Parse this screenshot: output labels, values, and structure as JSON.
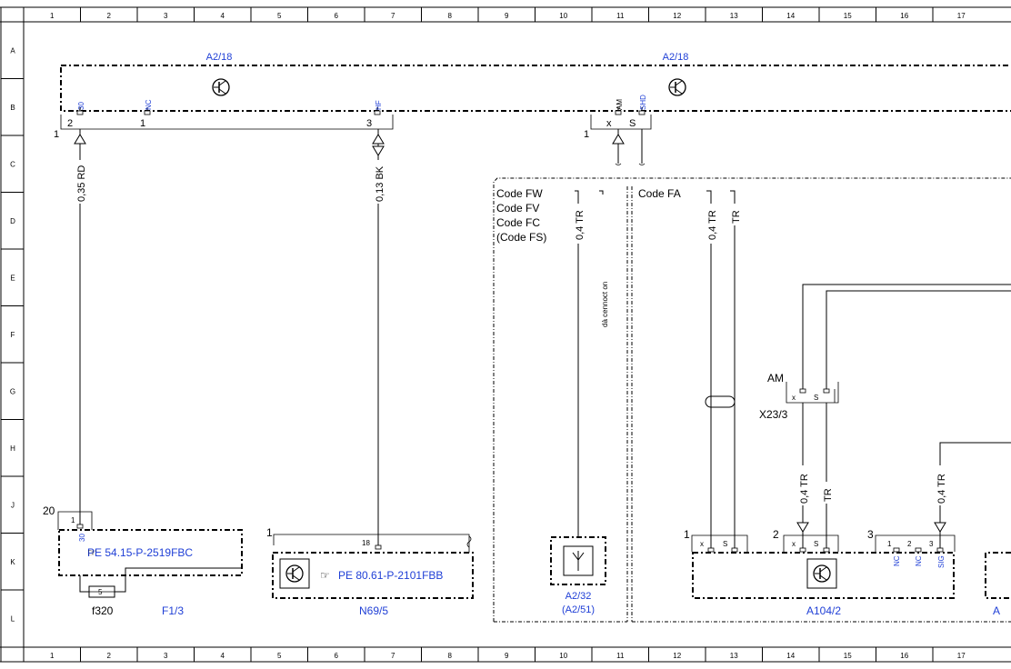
{
  "frame": {
    "columns": [
      "1",
      "2",
      "3",
      "4",
      "5",
      "6",
      "7",
      "8",
      "9",
      "10",
      "11",
      "12",
      "13",
      "14",
      "15",
      "16",
      "17"
    ],
    "rows": [
      "A",
      "B",
      "C",
      "D",
      "E",
      "F",
      "G",
      "H",
      "J",
      "K",
      "L"
    ]
  },
  "components": {
    "a2_18_left": "A2/18",
    "a2_18_right": "A2/18",
    "pins_top": {
      "p30": "30",
      "nc": "NC",
      "hf": "HF",
      "am": "AM",
      "shd": "SHD"
    },
    "pins_bottom": {
      "p2": "2",
      "p1": "1",
      "p3": "3",
      "x": "x",
      "s": "S"
    },
    "conn1_left": "1",
    "conn1_mid": "1",
    "wire_035rd": "0,35 RD",
    "wire_013bk": "0,13 BK",
    "code_block_left": [
      "Code FW",
      "Code FV",
      "Code FC",
      "(Code FS)"
    ],
    "wire_04tr_left": "0,4 TR",
    "not_connected": "dà cennoct on",
    "code_fa": "Code FA",
    "wire_04tr_a": "0,4 TR",
    "wire_tr_a": "TR",
    "am_label": "AM",
    "x23_3": "X23/3",
    "x23_pins": {
      "x": "x",
      "s": "S"
    },
    "wire_04tr_b": "0,4 TR",
    "wire_tr_b": "TR",
    "wire_04tr_c": "0,4 TR",
    "f1_3": {
      "pin20": "20",
      "pin1": "1",
      "pin30": "30",
      "ref": "PE 54.15-P-2519FBC",
      "fuse_num": "5",
      "fuse": "f320",
      "label": "F1/3"
    },
    "n69_5": {
      "pin1": "1",
      "pin18": "18",
      "ref": "PE 80.61-P-2101FBB",
      "label": "N69/5"
    },
    "a2_32": {
      "label": "A2/32",
      "alt": "(A2/51)"
    },
    "a104_2": {
      "c1": "1",
      "c2": "2",
      "c3": "3",
      "x1": "x",
      "s1": "S",
      "x2": "x",
      "s2": "S",
      "n1": "1",
      "n2": "2",
      "n3": "3",
      "nc1": "NC",
      "nc2": "NC",
      "sig": "SIG",
      "label": "A104/2"
    },
    "right_cut_label": "A"
  }
}
